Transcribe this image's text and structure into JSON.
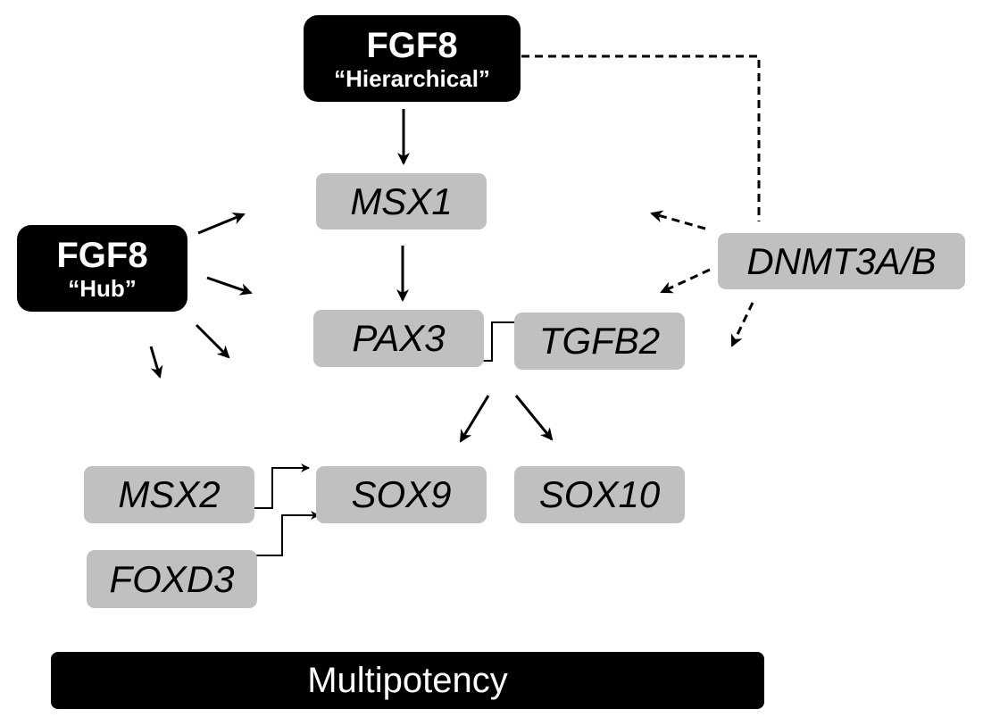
{
  "nodes": {
    "fgf8_hierarchical": {
      "title": "FGF8",
      "subtitle": "“Hierarchical”"
    },
    "fgf8_hub": {
      "title": "FGF8",
      "subtitle": "“Hub”"
    },
    "msx1": {
      "label": "MSX1"
    },
    "pax3": {
      "label": "PAX3"
    },
    "tgfb2": {
      "label": "TGFB2"
    },
    "dnmt3ab": {
      "label": "DNMT3A/B"
    },
    "msx2": {
      "label": "MSX2"
    },
    "sox9": {
      "label": "SOX9"
    },
    "sox10": {
      "label": "SOX10"
    },
    "foxd3": {
      "label": "FOXD3"
    },
    "multipotency": {
      "label": "Multipotency"
    }
  },
  "edges": [
    {
      "from": "FGF8 Hierarchical",
      "to": "MSX1",
      "style": "solid"
    },
    {
      "from": "MSX1",
      "to": "PAX3",
      "style": "solid"
    },
    {
      "from": "FGF8 Hierarchical",
      "to": "DNMT3A/B",
      "style": "dashed"
    },
    {
      "from": "PAX3",
      "to": "TGFB2",
      "style": "bidirectional"
    },
    {
      "from": "TGFB2",
      "to": "SOX9",
      "style": "solid"
    },
    {
      "from": "TGFB2",
      "to": "SOX10",
      "style": "solid"
    },
    {
      "from": "MSX2",
      "to": "SOX9",
      "style": "bidirectional"
    },
    {
      "from": "FOXD3",
      "to": "SOX9",
      "style": "bidirectional"
    },
    {
      "from": "FGF8 Hub",
      "to": "diffuse",
      "style": "solid",
      "count": 4
    },
    {
      "from": "DNMT3A/B",
      "to": "diffuse",
      "style": "dashed",
      "count": 3
    }
  ],
  "colors": {
    "gene_box": "#c0c0c0",
    "black_box": "#000000",
    "arrow": "#000000"
  }
}
